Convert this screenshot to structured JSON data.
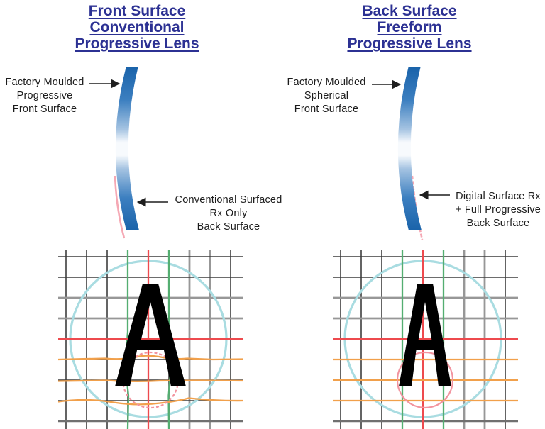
{
  "diagram": {
    "left_panel": {
      "title": "Front Surface\nConventional\nProgressive Lens",
      "front_surface_label": "Factory Moulded\nProgressive\nFront Surface",
      "back_surface_label": "Conventional Surfaced\nRx Only\nBack Surface",
      "test_letter": "A",
      "distorted_view": true
    },
    "right_panel": {
      "title": "Back Surface\nFreeform\nProgressive Lens",
      "front_surface_label": "Factory Moulded\nSpherical\nFront Surface",
      "back_surface_label": "Digital Surface Rx\n+ Full Progressive\nBack Surface",
      "test_letter": "A",
      "distorted_view": false
    }
  },
  "colors": {
    "title_blue": "#2c3193",
    "label_black": "#1c1c1c",
    "arrow_black": "#1f1f1f",
    "lens_blue": "#1a63aa",
    "lens_mid_blue": "#3c7fc0",
    "lens_pale_blue": "#a6c4e2",
    "lens_highlight": "#f7fafd",
    "surface_pink": "#f5a8b4",
    "grid_dark": "#3d3d3d",
    "grid_light": "#979797",
    "grid_medium": "#707070",
    "circle_cyan": "#a9dce1",
    "axis_red": "#ee4a4e",
    "axis_green": "#54ae71",
    "distortion_orange": "#f1a04b",
    "near_zone_pink": "#f2939e",
    "letter_black": "#000000"
  }
}
